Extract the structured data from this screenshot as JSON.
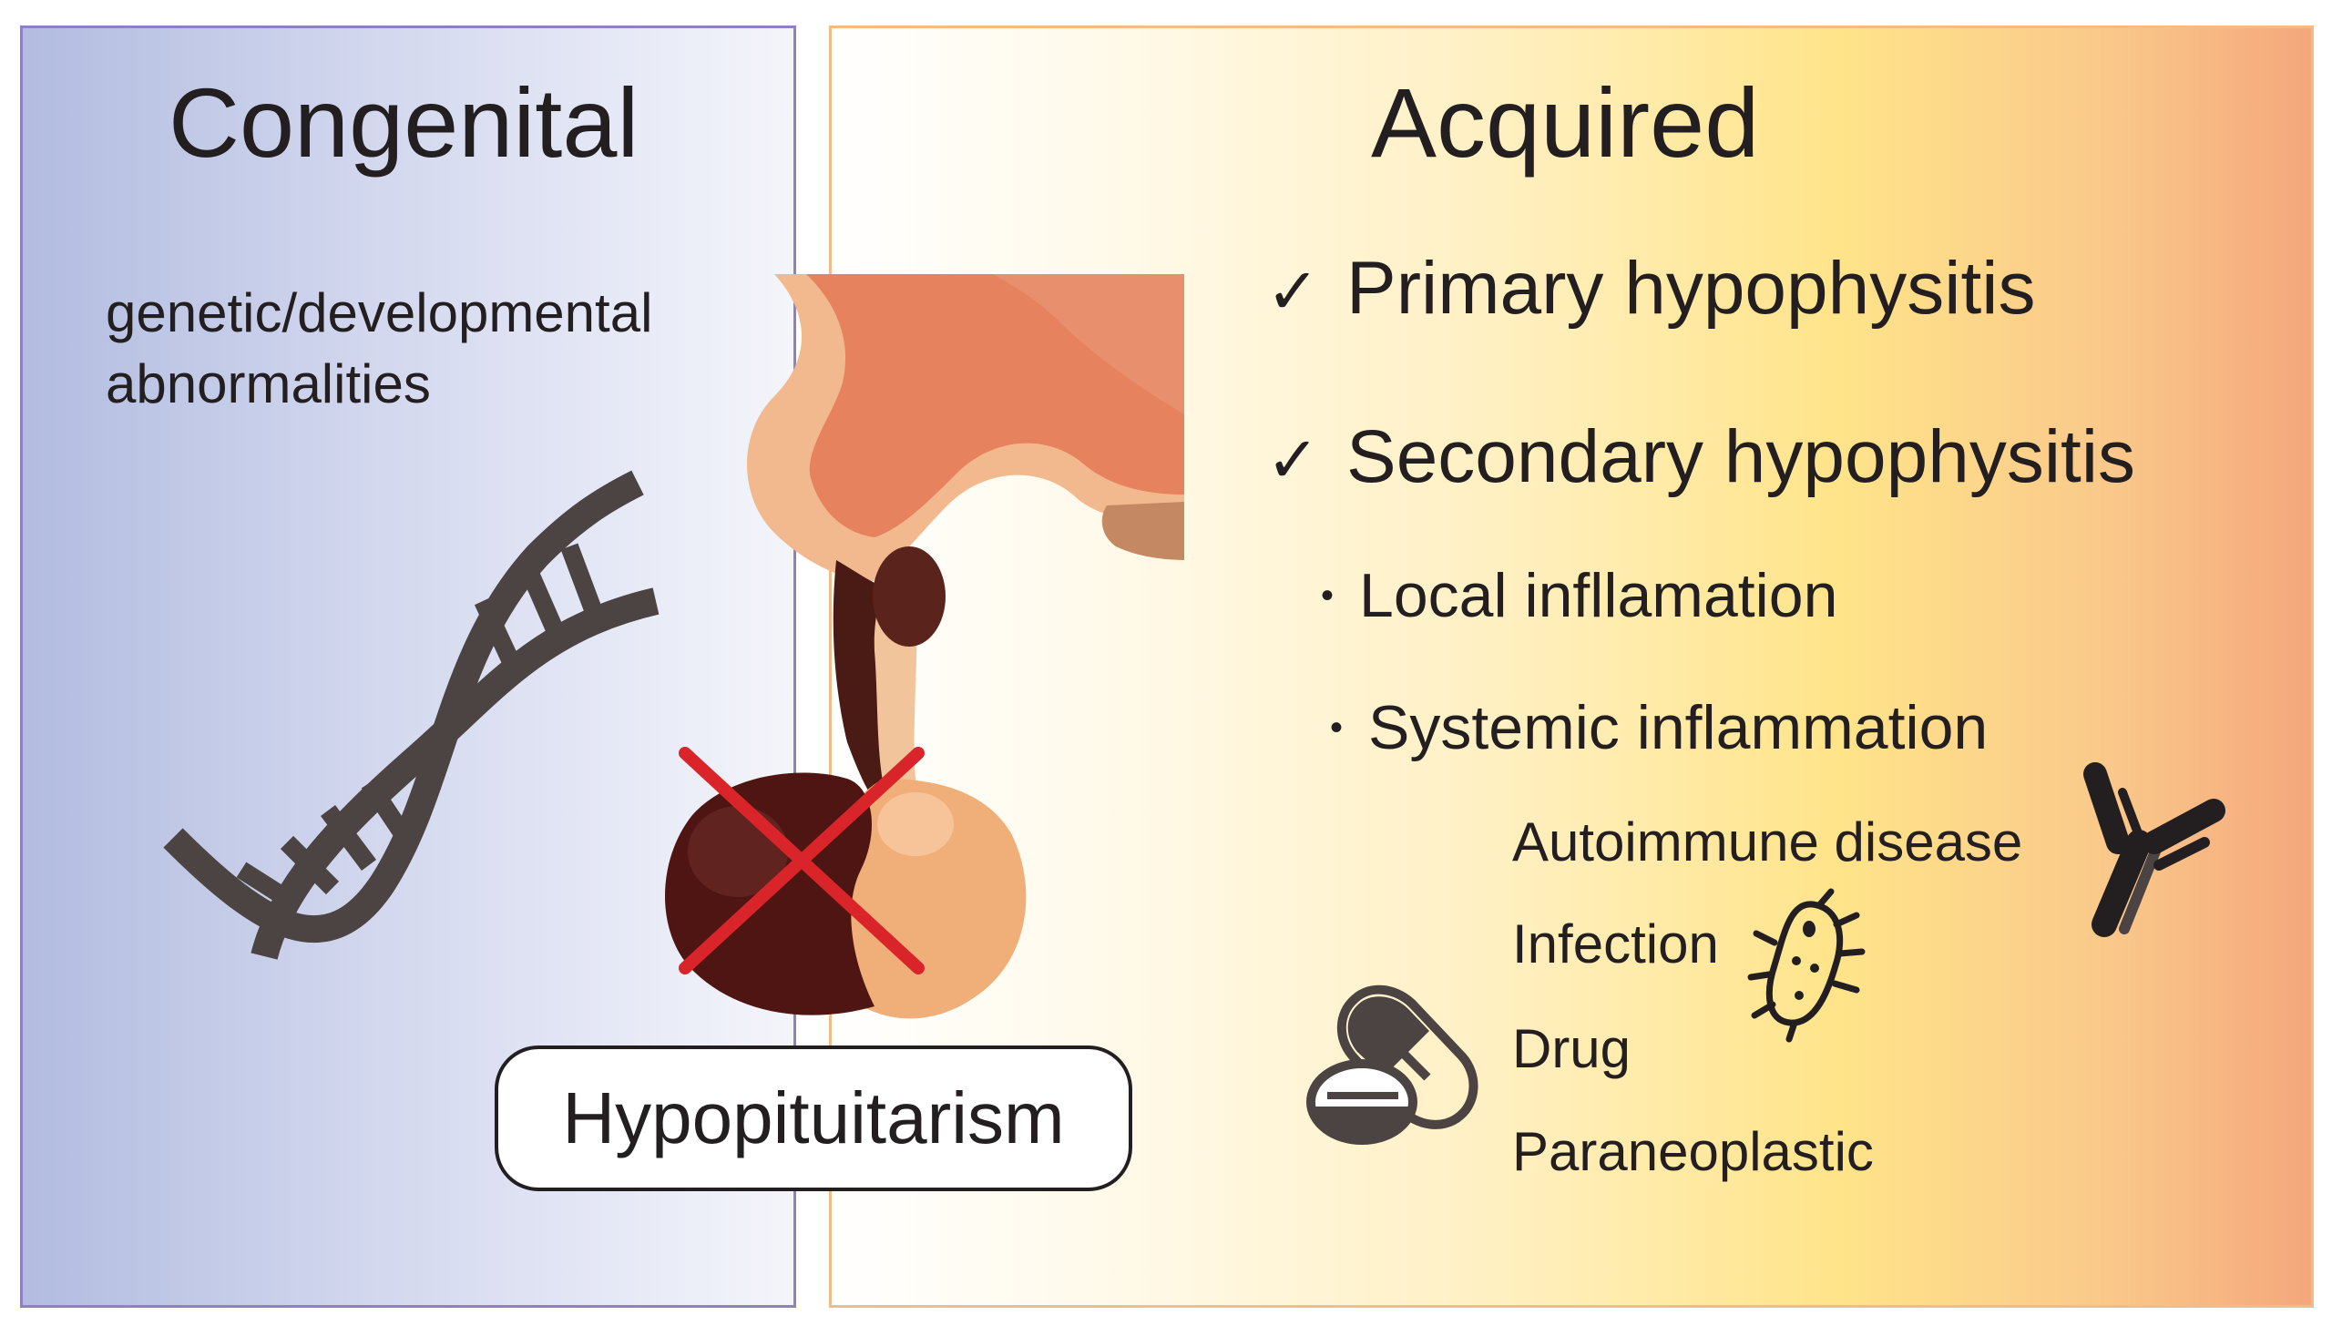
{
  "left_panel": {
    "title": "Congenital",
    "description": "genetic/developmental abnormalities",
    "colors": {
      "border": "#8f7fc4",
      "gradient_start": "#b2bce0"
    },
    "icon": "dna-icon"
  },
  "right_panel": {
    "title": "Acquired",
    "colors": {
      "border": "#f3bb86",
      "gradient_mid": "#ffe48a",
      "gradient_end": "#f4a77c"
    },
    "checks": [
      {
        "mark": "✓",
        "label": "Primary hypophysitis"
      },
      {
        "mark": "✓",
        "label": "Secondary hypophysitis"
      }
    ],
    "bullets": [
      {
        "mark": "•",
        "label": "Local infllamation"
      },
      {
        "mark": "•",
        "label": "Systemic inflammation"
      }
    ],
    "causes": [
      "Autoimmune disease",
      "Infection",
      "Drug",
      "Paraneoplastic"
    ],
    "icons": [
      "antibody-icon",
      "bacteria-icon",
      "pill-icon"
    ]
  },
  "center": {
    "outcome_label": "Hypopituitarism",
    "illustration": "pituitary-gland-icon",
    "marker": "red-cross-icon",
    "cross_color": "#d9252a"
  }
}
